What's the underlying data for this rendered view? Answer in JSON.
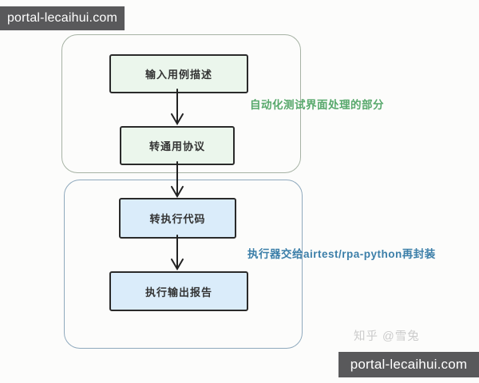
{
  "watermarks": {
    "top_bar": "portal-lecaihui.com",
    "bottom_bar": "portal-lecaihui.com",
    "zhihu": "知乎 @雪兔"
  },
  "diagram": {
    "type": "flowchart",
    "nodes": [
      {
        "id": "input-case",
        "label": "输入用例描述",
        "group": "ui-part",
        "fill": "green"
      },
      {
        "id": "to-protocol",
        "label": "转通用协议",
        "group": "ui-part",
        "fill": "green"
      },
      {
        "id": "to-exec-code",
        "label": "转执行代码",
        "group": "executor-part",
        "fill": "blue"
      },
      {
        "id": "exec-report",
        "label": "执行输出报告",
        "group": "executor-part",
        "fill": "blue"
      }
    ],
    "edges": [
      {
        "from": "input-case",
        "to": "to-protocol"
      },
      {
        "from": "to-protocol",
        "to": "to-exec-code"
      },
      {
        "from": "to-exec-code",
        "to": "exec-report"
      }
    ],
    "groups": [
      {
        "id": "ui-part",
        "annotation": "自动化测试界面处理的部分"
      },
      {
        "id": "executor-part",
        "annotation": "执行器交给airtest/rpa-python再封装"
      }
    ],
    "colors": {
      "node_green_fill": "#ebf6ec",
      "node_blue_fill": "#daecfa",
      "node_border": "#2a2a2a",
      "group1_border": "#a6b2a4",
      "group2_border": "#8fa9bd",
      "group1_text": "#57a86b",
      "group2_text": "#3c7fa9",
      "arrow": "#222222",
      "watermark_bar": "#59595b",
      "zhihu_gray": "#cbcbcb"
    }
  }
}
